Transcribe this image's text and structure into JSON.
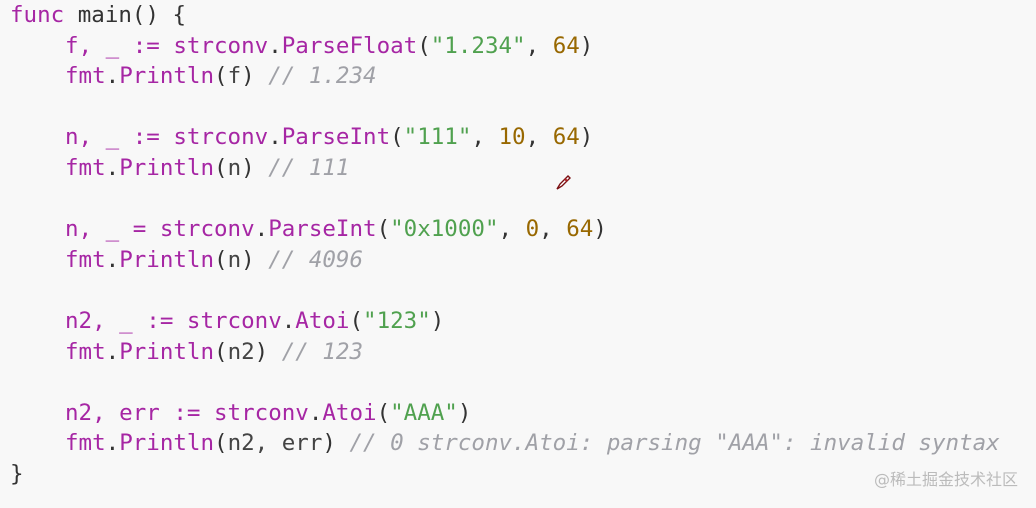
{
  "code": {
    "line1": {
      "kw": "func",
      "name": "main",
      "open": "() {"
    },
    "line2": {
      "lhs": "f, _",
      "op": ":=",
      "pkg": "strconv",
      "dot": ".",
      "call": "ParseFloat",
      "lp": "(",
      "arg1": "\"1.234\"",
      "comma": ", ",
      "arg2": "64",
      "rp": ")"
    },
    "line3": {
      "pkg": "fmt",
      "dot": ".",
      "call": "Println",
      "lp": "(",
      "arg": "f",
      "rp": ")",
      "comment": "// 1.234"
    },
    "line5": {
      "lhs": "n, _",
      "op": ":=",
      "pkg": "strconv",
      "dot": ".",
      "call": "ParseInt",
      "lp": "(",
      "arg1": "\"111\"",
      "comma1": ", ",
      "arg2": "10",
      "comma2": ", ",
      "arg3": "64",
      "rp": ")"
    },
    "line6": {
      "pkg": "fmt",
      "dot": ".",
      "call": "Println",
      "lp": "(",
      "arg": "n",
      "rp": ")",
      "comment": "// 111"
    },
    "line8": {
      "lhs": "n, _",
      "op": "=",
      "pkg": "strconv",
      "dot": ".",
      "call": "ParseInt",
      "lp": "(",
      "arg1": "\"0x1000\"",
      "comma1": ", ",
      "arg2": "0",
      "comma2": ", ",
      "arg3": "64",
      "rp": ")"
    },
    "line9": {
      "pkg": "fmt",
      "dot": ".",
      "call": "Println",
      "lp": "(",
      "arg": "n",
      "rp": ")",
      "comment": "// 4096"
    },
    "line11": {
      "lhs": "n2, _",
      "op": ":=",
      "pkg": "strconv",
      "dot": ".",
      "call": "Atoi",
      "lp": "(",
      "arg1": "\"123\"",
      "rp": ")"
    },
    "line12": {
      "pkg": "fmt",
      "dot": ".",
      "call": "Println",
      "lp": "(",
      "arg": "n2",
      "rp": ")",
      "comment": "// 123"
    },
    "line14": {
      "lhs": "n2, err",
      "op": ":=",
      "pkg": "strconv",
      "dot": ".",
      "call": "Atoi",
      "lp": "(",
      "arg1": "\"AAA\"",
      "rp": ")"
    },
    "line15": {
      "pkg": "fmt",
      "dot": ".",
      "call": "Println",
      "lp": "(",
      "arg": "n2, err",
      "rp": ")",
      "comment": "// 0 strconv.Atoi: parsing \"AAA\": invalid syntax"
    },
    "line16": {
      "close": "}"
    }
  },
  "watermark": "@稀土掘金技术社区",
  "colors": {
    "keyword": "#a626a4",
    "string": "#50a14f",
    "number": "#986801",
    "comment": "#a0a1a7",
    "background": "#f8f8f8"
  },
  "icons": {
    "cursor": "pen-cursor-icon"
  }
}
